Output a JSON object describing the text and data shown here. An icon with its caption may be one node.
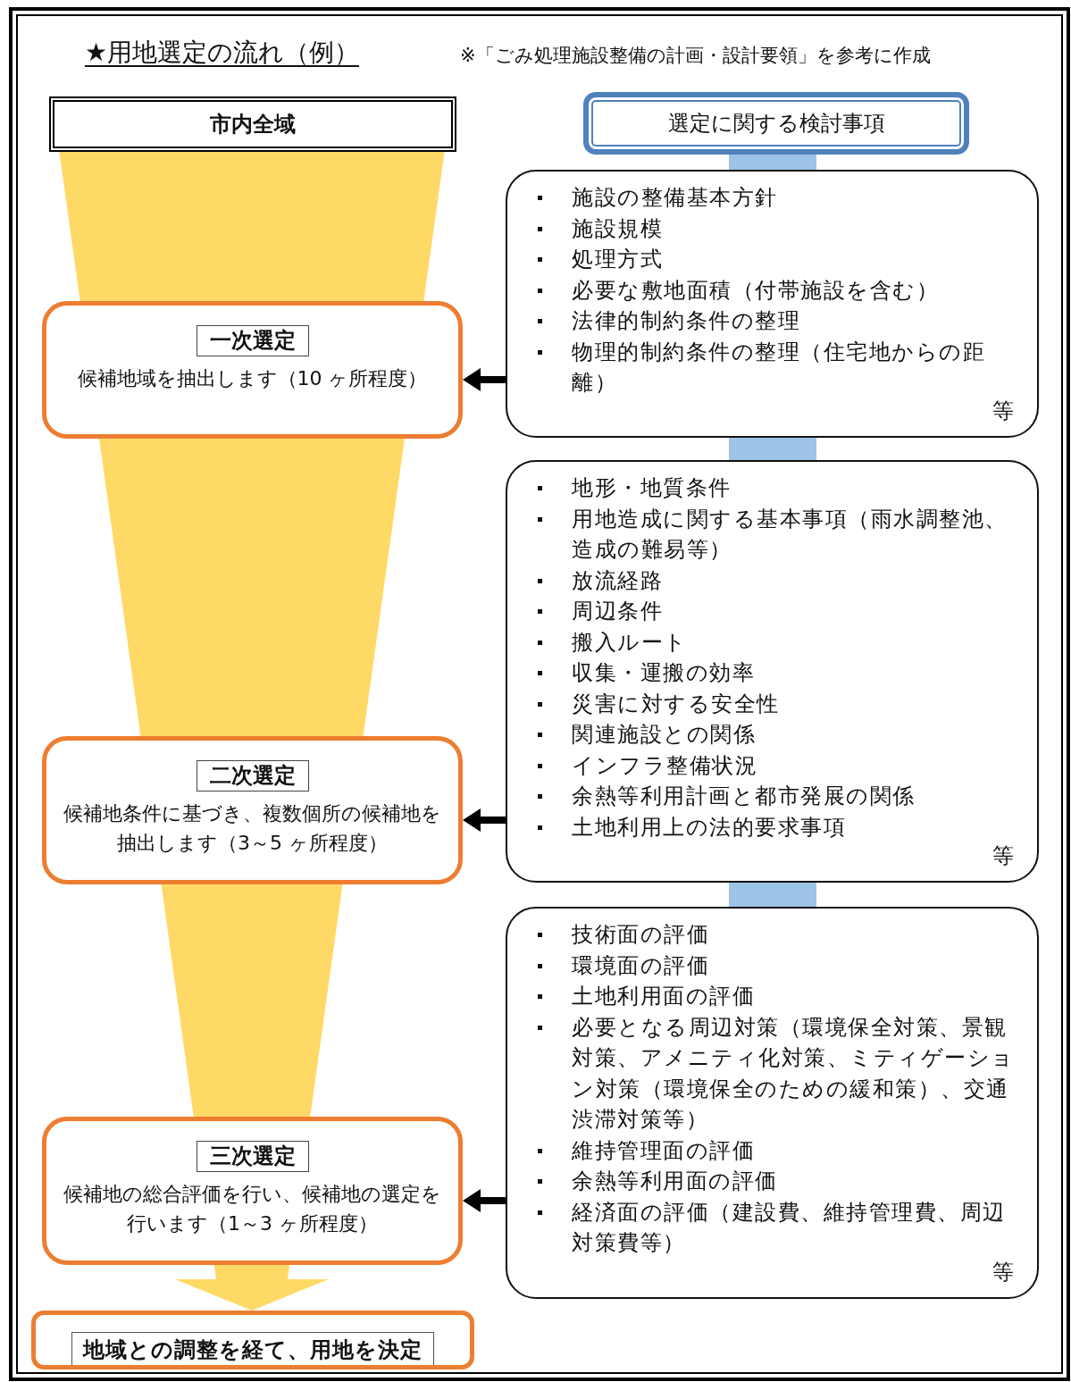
{
  "diagram": {
    "title": "★用地選定の流れ（例）",
    "nodes": [
      {
        "text": [
          "市内全域"
        ]
      },
      {
        "text": [
          "一次選定",
          "候補地域を抽出します（10 ヶ所程度）"
        ]
      },
      {
        "text": [
          "二次選定",
          "候補地条件に基づき、複数個所の候補地を抽出します（3～5 ヶ所程度）"
        ]
      },
      {
        "text": [
          "三次選定",
          "候補地の総合評価を行い、候補地の選定を行います（1～3 ヶ所程度）"
        ]
      },
      {
        "text": [
          "地域との調整を経て、用地を決定"
        ]
      },
      {
        "text": [
          "選定に関する検討事項"
        ]
      },
      {
        "text": [
          "施設の整備基本方針",
          "施設規模",
          "処理方式",
          "必要な敷地面積（付帯施設を含む）",
          "法律的制約条件の整理",
          "物理的制約条件の整理（住宅地からの距離）",
          "等"
        ]
      },
      {
        "text": [
          "地形・地質条件",
          "用地造成に関する基本事項（雨水調整池、造成の難易等）",
          "放流経路",
          "周辺条件",
          "搬入ルート",
          "収集・運搬の効率",
          "災害に対する安全性",
          "関連施設との関係",
          "インフラ整備状況",
          "余熱等利用計画と都市発展の関係",
          "土地利用上の法的要求事項",
          "等"
        ]
      },
      {
        "text": [
          "技術面の評価",
          "環境面の評価",
          "土地利用面の評価",
          "必要となる周辺対策（環境保全対策、景観対策、アメニティ化対策、ミティゲーション対策（環境保全のための緩和策）、交通渋滞対策等）",
          "維持管理面の評価",
          "余熱等利用面の評価",
          "経済面の評価（建設費、維持管理費、周辺対策費等）",
          "等"
        ]
      }
    ],
    "edges": [
      {
        "from": 0,
        "to": 1,
        "arrow": "none",
        "style": "thick",
        "color": "#ffd966"
      },
      {
        "from": 1,
        "to": 2,
        "arrow": "none",
        "style": "thick",
        "color": "#ffd966"
      },
      {
        "from": 2,
        "to": 3,
        "arrow": "none",
        "style": "thick",
        "color": "#ffd966"
      },
      {
        "from": 3,
        "to": 4,
        "arrow": "to",
        "style": "thick",
        "color": "#ffd966"
      },
      {
        "from": 5,
        "to": 6,
        "arrow": "none",
        "style": "thick",
        "color": "#9dc3e6"
      },
      {
        "from": 6,
        "to": 7,
        "arrow": "none",
        "style": "thick",
        "color": "#9dc3e6"
      },
      {
        "from": 7,
        "to": 8,
        "arrow": "none",
        "style": "thick",
        "color": "#9dc3e6"
      },
      {
        "from": 6,
        "to": 1,
        "arrow": "to"
      },
      {
        "from": 7,
        "to": 2,
        "arrow": "to"
      },
      {
        "from": 8,
        "to": 3,
        "arrow": "to"
      }
    ],
    "labels": [
      "※「ごみ処理施設整備の計画・設計要領」を参考に作成"
    ]
  }
}
